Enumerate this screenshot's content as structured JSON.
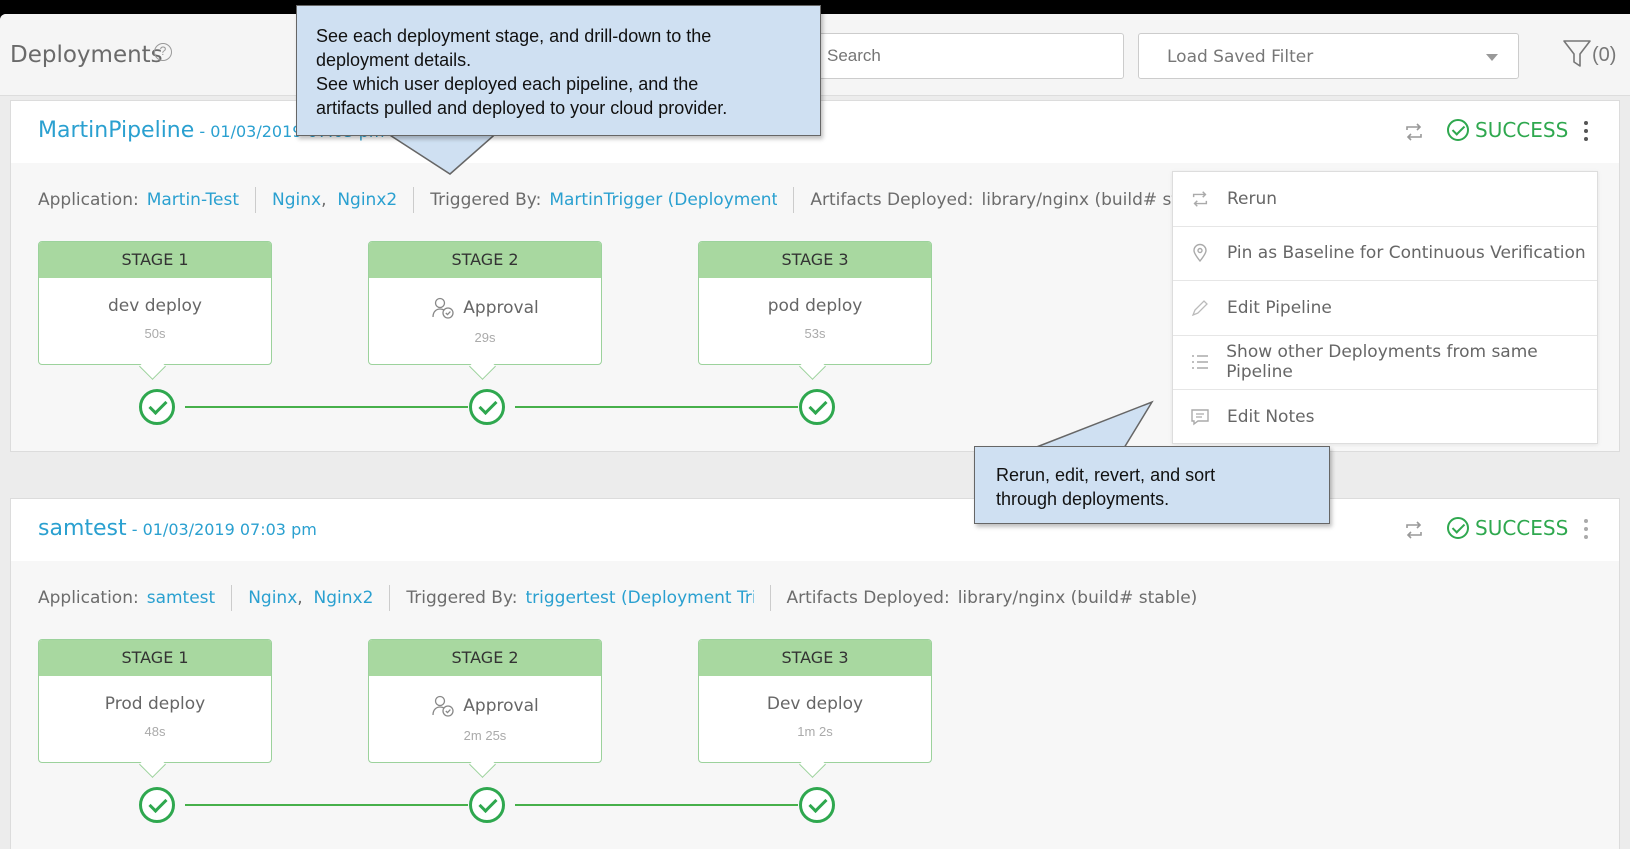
{
  "header": {
    "title": "Deployments",
    "help_icon": "?",
    "search_placeholder": "Search",
    "saved_filter": "Load Saved Filter",
    "filter_count": "(0)"
  },
  "callouts": {
    "top": [
      "See each deployment stage, and drill-down to the",
      "deployment details.",
      "See which user deployed each pipeline, and the",
      "artifacts pulled and deployed to your cloud provider."
    ],
    "menu": [
      "Rerun, edit, revert, and sort",
      "through deployments."
    ]
  },
  "menu": {
    "items": [
      {
        "label": "Rerun",
        "icon": "rerun-icon"
      },
      {
        "label": "Pin as Baseline for Continuous Verification",
        "icon": "pin-icon"
      },
      {
        "label": "Edit Pipeline",
        "icon": "pencil-icon"
      },
      {
        "label": "Show other Deployments from same Pipeline",
        "icon": "list-icon"
      },
      {
        "label": "Edit Notes",
        "icon": "notes-icon"
      }
    ]
  },
  "deployments": [
    {
      "name": "MartinPipeline",
      "time": " - 01/03/2019 07:03 pm",
      "status": "SUCCESS",
      "application_label": "Application:",
      "application": "Martin-Test",
      "services": [
        "Nginx",
        "Nginx2"
      ],
      "triggered_label": "Triggered By:",
      "triggered_by": "MartinTrigger (Deployment T",
      "artifacts_label": "Artifacts Deployed:",
      "artifacts": "library/nginx (build# stable)",
      "stages": [
        {
          "header": "STAGE 1",
          "name": "dev deploy",
          "duration": "50s",
          "approval": false
        },
        {
          "header": "STAGE 2",
          "name": "Approval",
          "duration": "29s",
          "approval": true
        },
        {
          "header": "STAGE 3",
          "name": "pod deploy",
          "duration": "53s",
          "approval": false
        }
      ]
    },
    {
      "name": "samtest",
      "time": " - 01/03/2019 07:03 pm",
      "status": "SUCCESS",
      "application_label": "Application:",
      "application": "samtest",
      "services": [
        "Nginx",
        "Nginx2"
      ],
      "triggered_label": "Triggered By:",
      "triggered_by": "triggertest (Deployment Trigg",
      "artifacts_label": "Artifacts Deployed:",
      "artifacts": "library/nginx (build# stable)",
      "stages": [
        {
          "header": "STAGE 1",
          "name": "Prod deploy",
          "duration": "48s",
          "approval": false
        },
        {
          "header": "STAGE 2",
          "name": "Approval",
          "duration": "2m 25s",
          "approval": true
        },
        {
          "header": "STAGE 3",
          "name": "Dev deploy",
          "duration": "1m 2s",
          "approval": false
        }
      ]
    }
  ],
  "colors": {
    "accent": "#2aa0d0",
    "success": "#2fa84f",
    "stage_header": "#a8d8a0",
    "callout": "#cfe0f2"
  }
}
